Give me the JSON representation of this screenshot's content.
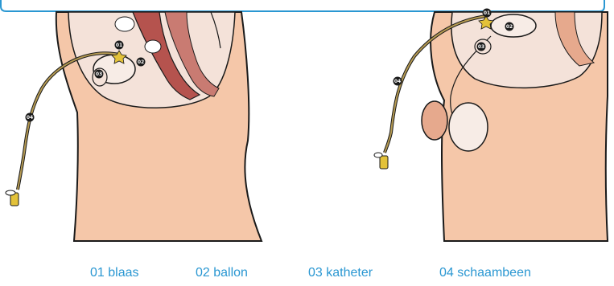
{
  "colors": {
    "accent": "#2a97d2",
    "skin": "#f5c7a9",
    "skin_dark": "#e6a98d",
    "outline": "#1a1a1a",
    "bowel_red": "#b5534e",
    "organ_pale": "#f4e2d9",
    "catheter": "#b59a52",
    "connector_yellow": "#e3c23a",
    "marker": "#1a1a1a"
  },
  "figures": [
    {
      "label": "female-pelvis-cross-section",
      "markers": [
        "01",
        "02",
        "03",
        "04"
      ]
    },
    {
      "label": "male-pelvis-cross-section",
      "markers": [
        "01",
        "02",
        "03",
        "04"
      ]
    }
  ],
  "legend": [
    {
      "number": "01",
      "name": "blaas",
      "text": "01 blaas"
    },
    {
      "number": "02",
      "name": "ballon",
      "text": "02 ballon"
    },
    {
      "number": "03",
      "name": "katheter",
      "text": "03 katheter"
    },
    {
      "number": "04",
      "name": "schaambeen",
      "text": "04 schaambeen"
    }
  ]
}
